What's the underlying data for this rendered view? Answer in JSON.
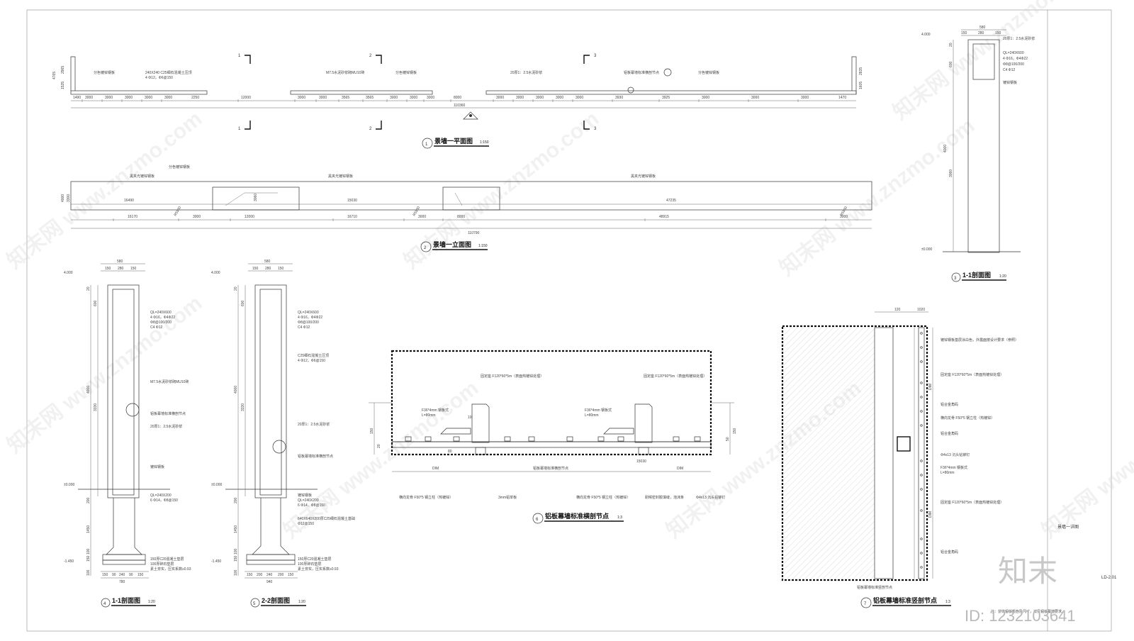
{
  "plan": {
    "title_num": "1",
    "title": "景墙一平面图",
    "scale": "1:150",
    "section_marks": [
      "1",
      "1",
      "2",
      "2",
      "3",
      "3"
    ],
    "dims_top": [
      "3000",
      "3000",
      "3000",
      "3000",
      "3000",
      "12000",
      "3000",
      "3000",
      "3565",
      "3565",
      "3000",
      "3000",
      "3000",
      "8000",
      "3000",
      "3000",
      "3000",
      "3000",
      "3000",
      "3930",
      "3925",
      "3000",
      "3000",
      "3000"
    ],
    "dim_left": "1490",
    "dim_right": "1470",
    "dim_mid": "2250",
    "total": "110360",
    "notes": [
      "分色镀锌钢板",
      "240X240  C25细石混凝土压顶",
      "4 Φ12，Φ6@150",
      "M7.5水泥砂浆砌MU10砖",
      "分色镀锌钢板",
      "20厚1：2.5水泥砂浆",
      "铝板幕墙标准横剖节点",
      "分色镀锌钢板"
    ],
    "heights_left": [
      "4765",
      "2965",
      "1535"
    ],
    "heights_right": [
      "2835",
      "1605"
    ]
  },
  "elevation": {
    "title_num": "2",
    "title": "景墙一立面图",
    "scale": "1:150",
    "notes": [
      "分色镀锌钢板",
      "黑夹光镀锌钢板",
      "黑夹光镀锌钢板",
      "黑夹光镀锌钢板"
    ],
    "inner_dims": [
      "16490",
      "3060",
      "15030",
      "47235"
    ],
    "heights": [
      "4000",
      "3300"
    ],
    "dims_bottom": [
      "16170",
      "3000",
      "12000",
      "16710",
      "3000",
      "8000",
      "48915",
      "3000"
    ],
    "total": "110790",
    "tags": [
      "R5530",
      "R5530",
      "R5530"
    ]
  },
  "section11_right": {
    "title_num": "3",
    "title": "1-1剖面图",
    "scale": "1:20",
    "dim_top": "580",
    "dims_top": [
      "150",
      "280",
      "150"
    ],
    "level_top": "4.000",
    "level_bottom": "±0.000",
    "heights": [
      "20",
      "600",
      "4000",
      "3060"
    ],
    "notes": [
      "20厚1：2.5水泥砂浆",
      "QL=240X600",
      "4 Φ16，Φ4Φ22",
      "Φ8@100/200",
      "C4 Φ12",
      "镀锌钢板"
    ]
  },
  "section11": {
    "title_num": "4",
    "title": "1-1剖面图",
    "scale": "1:20",
    "dim_top": "580",
    "dims_top": [
      "150",
      "280",
      "150"
    ],
    "level_top": "4.000",
    "level_zero": "±0.000",
    "level_bottom": "-1.450",
    "heights": [
      "20",
      "600",
      "4000",
      "3330",
      "200",
      "1450",
      "100",
      "150",
      "100"
    ],
    "notes": [
      "QL=240X600",
      "4 Φ16，Φ4Φ22",
      "Φ8@100/200",
      "C4 Φ12",
      "M7.5水泥砂浆砌MU10砖",
      "铝板幕墙标准横剖节点",
      "20厚1：2.5水泥砂浆",
      "镀锌钢板",
      "QL=240X200",
      "6 Φ14，Φ8@150",
      "150厚C20混凝土垫层",
      "100厚碎石垫层",
      "素土夯实，压实系数≥0.93"
    ],
    "dims_bottom": [
      "150",
      "90",
      "240",
      "90",
      "150"
    ],
    "dim_bottom_total": "780"
  },
  "section22": {
    "title_num": "5",
    "title": "2-2剖面图",
    "scale": "1:20",
    "dim_top": "580",
    "dims_top": [
      "150",
      "280",
      "150"
    ],
    "level_top": "4.000",
    "level_zero": "±0.000",
    "level_bottom": "-1.450",
    "heights": [
      "20",
      "600",
      "4000",
      "3330",
      "200",
      "1450",
      "100",
      "150",
      "100"
    ],
    "notes": [
      "QL=240X600",
      "4 Φ16，Φ4Φ22",
      "Φ8@100/200",
      "C4 Φ12",
      "C25细石混凝土压顶",
      "4 Φ12，Φ6@150",
      "20厚1：2.5水泥砂浆",
      "铝板幕墙标准横剖节点",
      "镀锌钢板",
      "QL=240X200",
      "6 Φ14，Φ8@150",
      "640X640X200厚C25细石混凝土基础",
      "Φ12@150",
      "150厚C20混凝土垫层",
      "100厚碎石垫层",
      "素土夯实，压实系数≥0.93"
    ],
    "dims_bottom": [
      "150",
      "200",
      "240",
      "200",
      "150"
    ],
    "dim_bottom_total": "940"
  },
  "detail6": {
    "title_num": "6",
    "title": "铝板幕墙标准横剖节点",
    "scale": "1:3",
    "notes_top": [
      "固定座  F120*60*5m（表面热镀锌处理）",
      "固定座  F120*60*5m（表面热镀锌处理）"
    ],
    "plates": [
      "F36*4mm 钢板式",
      "L=80mm",
      "F36*4mm 钢板式",
      "L=80mm"
    ],
    "inner_label": "铝板幕墙标准横剖节点",
    "dims": [
      "150",
      "20",
      "80",
      "10",
      "DIM",
      "DIM",
      "150",
      "50",
      "15030"
    ],
    "notes_bottom": [
      "横向龙骨  F50*5 钢立柱（热镀锌）",
      "3mm铝单板",
      "横向龙骨  F50*5 钢立柱（热镀锌）",
      "耐候密封胶填缝，泡沫条",
      "Φ4x13 沉头钻铆钉"
    ]
  },
  "detail7": {
    "title_num": "7",
    "title": "铝板幕墙标准竖剖节点",
    "scale": "1:3",
    "dims_top": [
      "120",
      "1020"
    ],
    "inner_label": "铝板幕墙标准竖剖节点",
    "notes": [
      "镀锌钢板基层涂白色，外露面按设计要求（参照）",
      "固定座  F120*60*5m（表面热镀锌处理）",
      "铝合金角码",
      "横向龙骨  F50*5 钢立柱（热镀锌）",
      "铝合金角码",
      "Φ4x13 沉头钻铆钉",
      "F36*4mm 钢板式",
      "L=80mm",
      "固定座  F120*60*5m（表面热镀锌处理）",
      "铝合金角码"
    ],
    "dims": [
      "DIM",
      "DIM"
    ],
    "footnote": "注：外饰铝板颜色及尺寸，详见铝板幕墙要求。"
  },
  "sidebar": {
    "label": "景墙一详图",
    "code": "LD-2.01"
  },
  "brand": {
    "logo": "知末",
    "id": "ID: 1232103641",
    "watermarks": [
      "知末网  www.znzmo.com",
      "知末网  www.znzmo.com",
      "知末网  www.znzmo.com",
      "知末网  www.znzmo.com",
      "知末网  www.znzmo.com",
      "知末网  www.znzmo.com",
      "知末网  www.znzmo.com",
      "知末网  www.znzmo.com"
    ]
  }
}
